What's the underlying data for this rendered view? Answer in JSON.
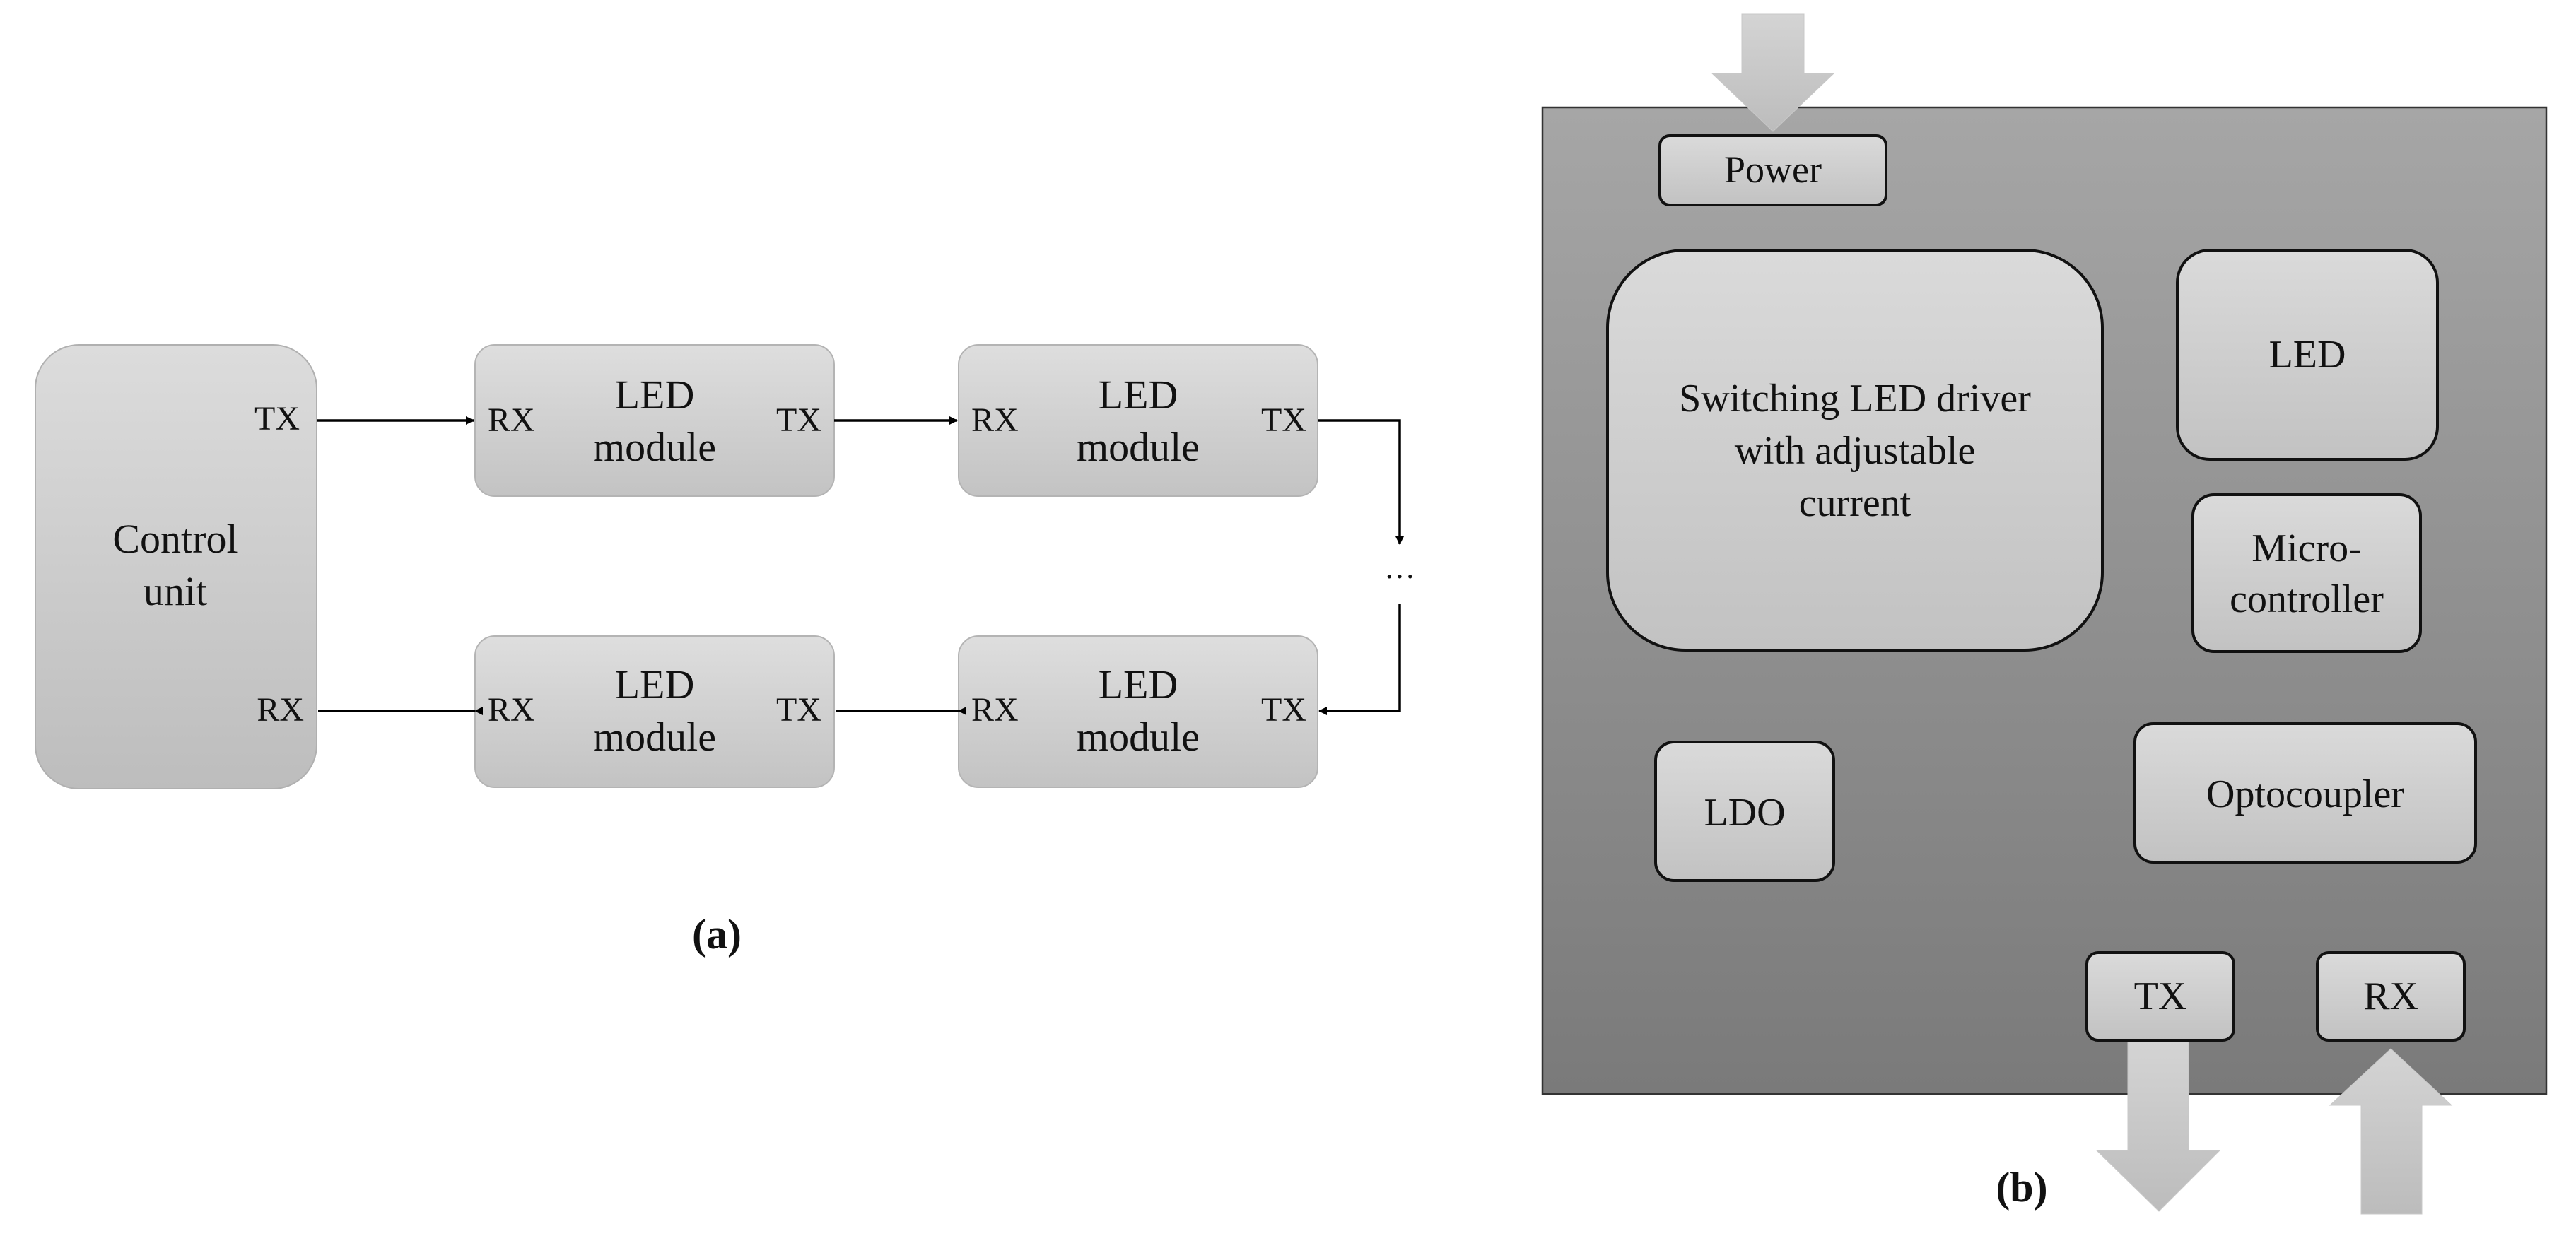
{
  "panel_a": {
    "control_unit": {
      "label_line1": "Control",
      "label_line2": "unit",
      "tx": "TX",
      "rx": "RX"
    },
    "modules": [
      {
        "line1": "LED",
        "line2": "module",
        "rx": "RX",
        "tx": "TX"
      },
      {
        "line1": "LED",
        "line2": "module",
        "rx": "RX",
        "tx": "TX"
      },
      {
        "line1": "LED",
        "line2": "module",
        "rx": "RX",
        "tx": "TX"
      },
      {
        "line1": "LED",
        "line2": "module",
        "rx": "RX",
        "tx": "TX"
      }
    ],
    "ellipsis": "…",
    "caption": "(a)"
  },
  "panel_b": {
    "power": "Power",
    "driver_line1": "Switching LED driver",
    "driver_line2": "with adjustable",
    "driver_line3": "current",
    "led": "LED",
    "mcu_line1": "Micro-",
    "mcu_line2": "controller",
    "ldo": "LDO",
    "optocoupler": "Optocoupler",
    "tx": "TX",
    "rx": "RX",
    "caption": "(b)"
  }
}
